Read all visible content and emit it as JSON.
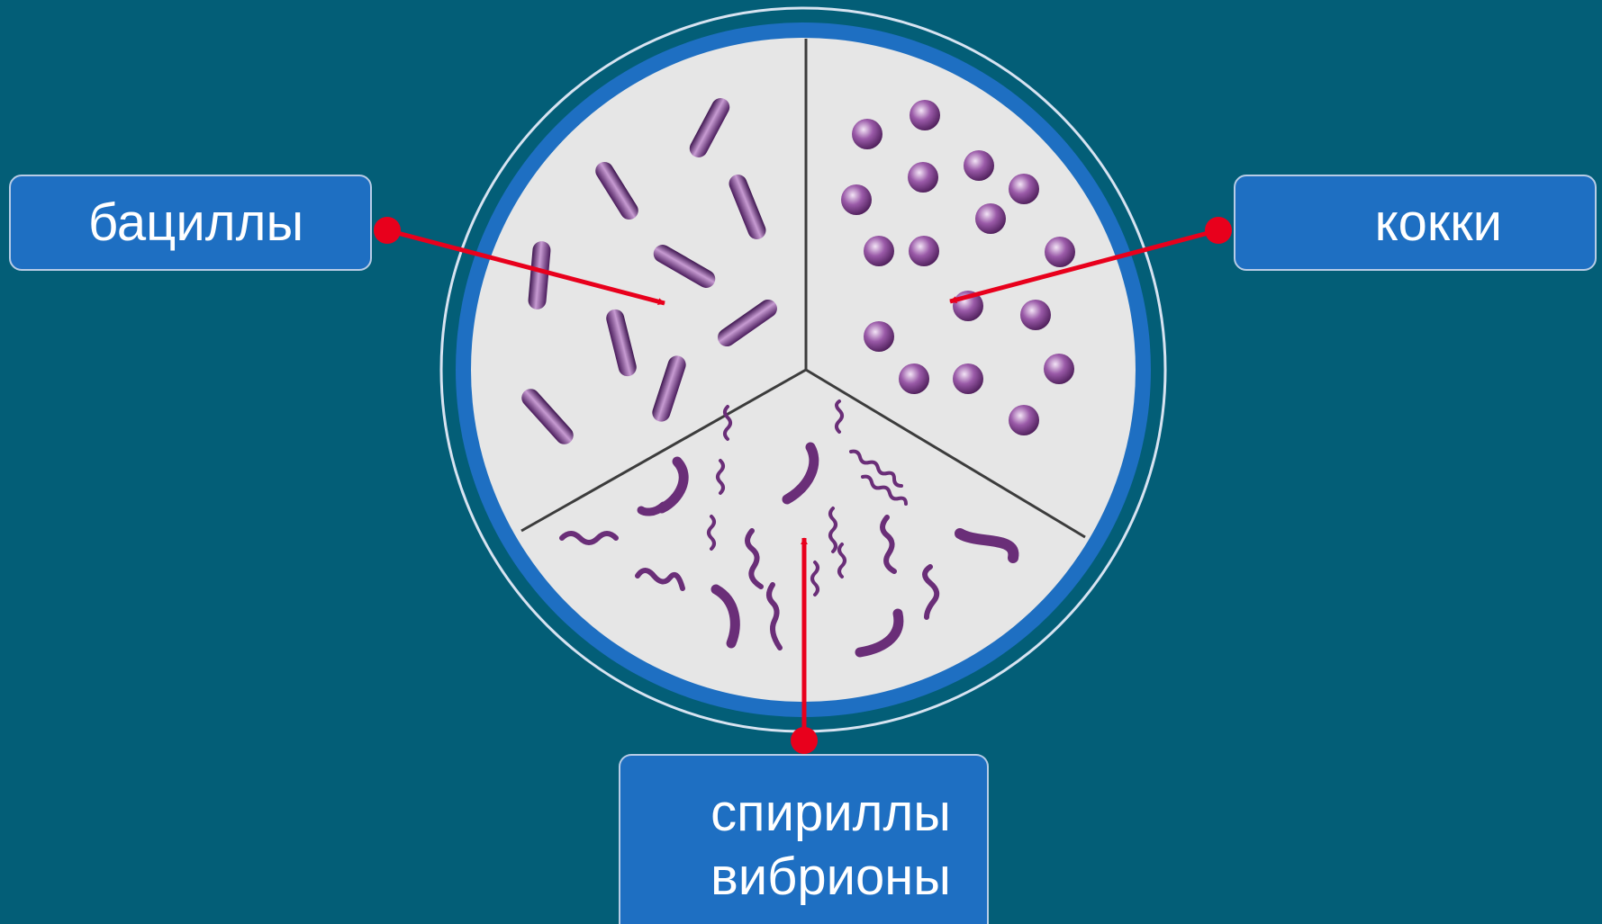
{
  "labels": {
    "bacilli": "бациллы",
    "cocci": "кокки",
    "spirilla": "спириллы",
    "vibrio": "вибрионы"
  },
  "colors": {
    "background": "#035E77",
    "dish_ring": "#1E6FC2",
    "dish_fill": "#E6E6E6",
    "label_box": "#1E6FC2",
    "arrow": "#E8001C",
    "bacteria": "#6A2E78"
  }
}
